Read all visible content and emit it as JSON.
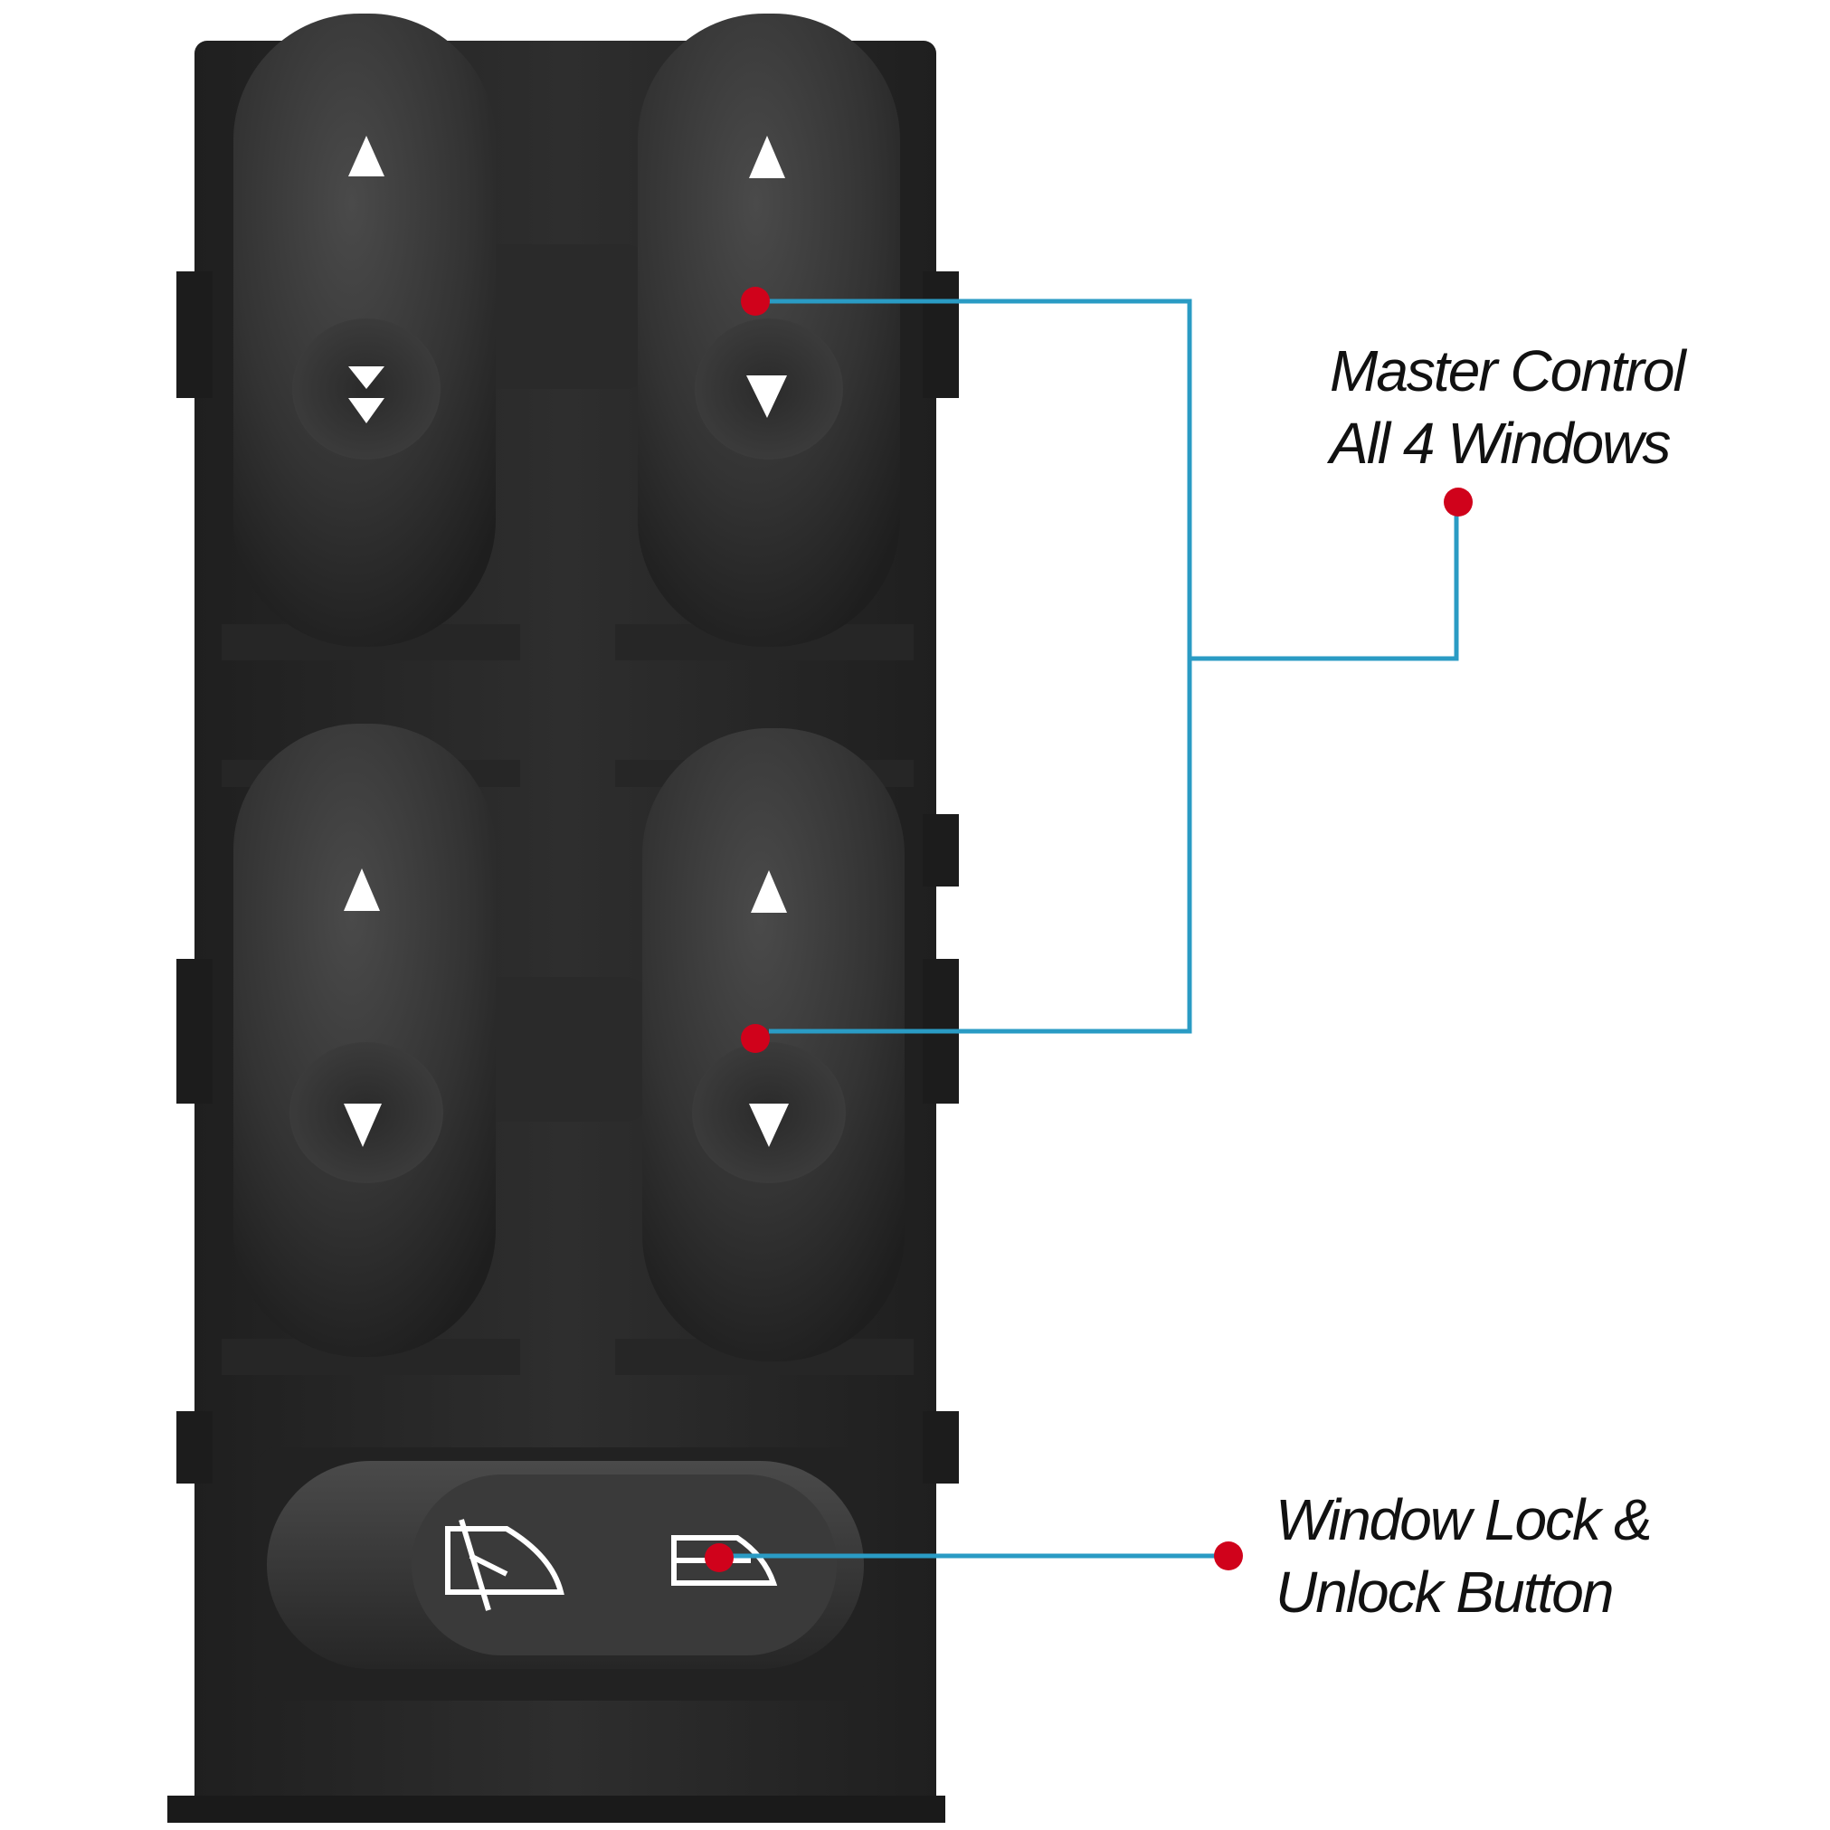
{
  "image": {
    "subject": "power-window-master-switch",
    "background_color": "#ffffff"
  },
  "colors": {
    "housing": "#2b2b2b",
    "rocker": "#333333",
    "leader_line": "#2a9bc4",
    "marker_dot": "#d0021b",
    "arrow_glyph": "#ffffff"
  },
  "callouts": {
    "master_control": {
      "line1": "Master Control",
      "line2": "All 4 Windows"
    },
    "window_lock": {
      "line1": "Window Lock  &",
      "line2": "Unlock Button"
    }
  },
  "icons": {
    "rocker_up": "up-arrow-icon",
    "rocker_down": "down-arrow-icon",
    "rocker_auto_down": "double-down-arrow-icon",
    "lock": "window-locked-icon",
    "unlock": "window-unlocked-icon"
  }
}
